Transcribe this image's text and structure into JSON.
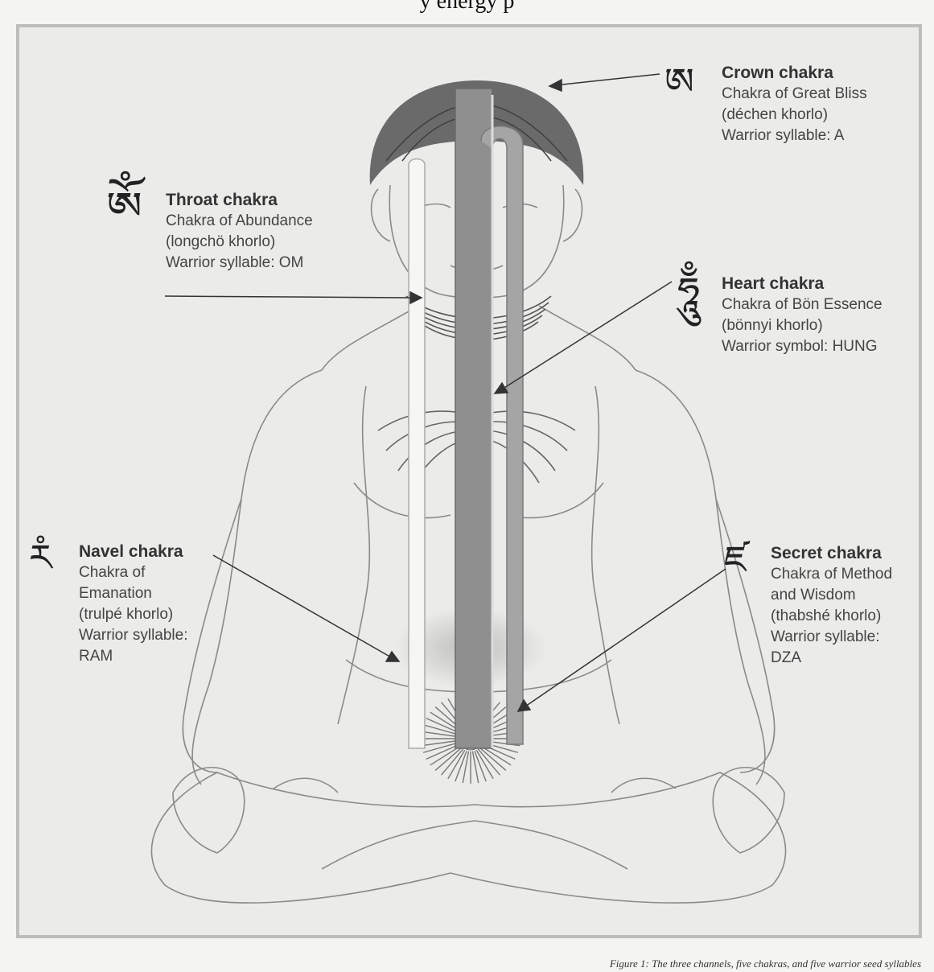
{
  "page_top_fragment": "y    energy  p",
  "chakras": {
    "crown": {
      "glyph": "ཨ",
      "title": "Crown chakra",
      "lines": [
        "Chakra of Great Bliss",
        "(déchen khorlo)",
        "Warrior syllable: A"
      ]
    },
    "throat": {
      "glyph": "ༀ",
      "title": "Throat chakra",
      "lines": [
        "Chakra of Abundance",
        "(longchö khorlo)",
        "Warrior syllable: OM"
      ]
    },
    "heart": {
      "glyph": "ཧཱུྃ",
      "title": "Heart chakra",
      "lines": [
        "Chakra of Bön Essence",
        "(bönnyi khorlo)",
        "Warrior symbol: HUNG"
      ]
    },
    "navel": {
      "glyph": "རཾ",
      "title": "Navel chakra",
      "lines": [
        "Chakra of",
        "Emanation",
        "(trulpé khorlo)",
        "Warrior syllable:",
        "RAM"
      ]
    },
    "secret": {
      "glyph": "ཛ",
      "title": "Secret chakra",
      "lines": [
        "Chakra of Method",
        "and Wisdom",
        "(thabshé khorlo)",
        "Warrior syllable:",
        "DZA"
      ]
    }
  },
  "caption": "Figure 1: The three channels, five chakras, and five warrior seed syllables",
  "colors": {
    "line": "#8a8a8a",
    "hair": "#5a5a5a",
    "central_channel": "#8f8f8f",
    "right_channel": "#a5a5a5",
    "left_channel": "#f2f2f0",
    "panel": "#ebebe9"
  }
}
